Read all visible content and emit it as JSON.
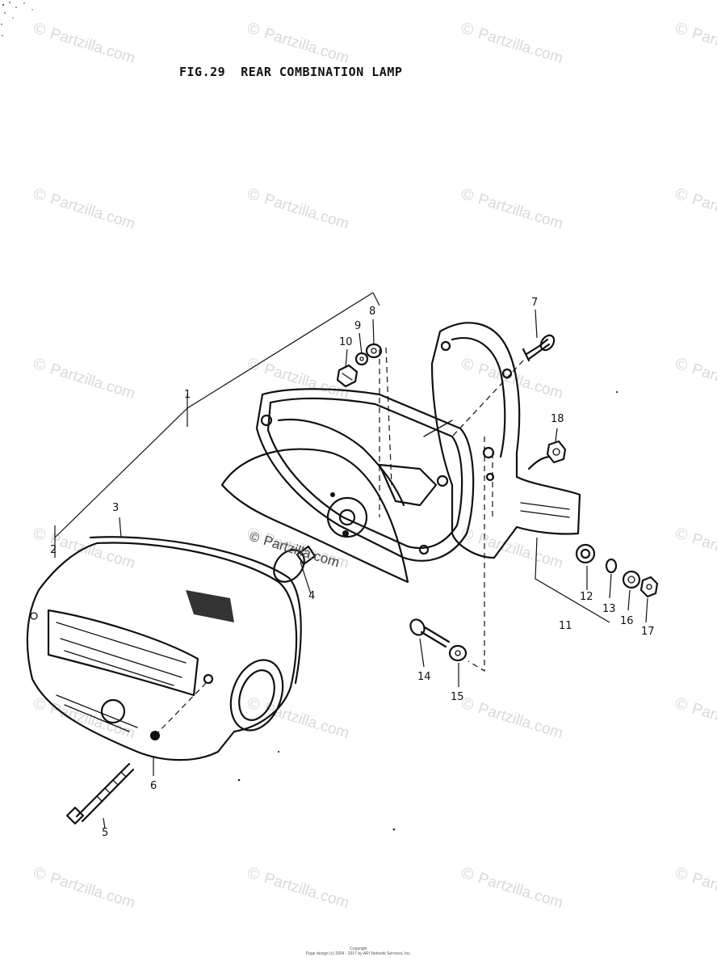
{
  "figure": {
    "fig_label": "FIG.29",
    "title": "REAR COMBINATION LAMP"
  },
  "watermark": {
    "text": "Partzilla.com",
    "symbol": "©"
  },
  "callouts": [
    "1",
    "2",
    "3",
    "4",
    "5",
    "6",
    "7",
    "8",
    "9",
    "10",
    "11",
    "12",
    "13",
    "14",
    "15",
    "16",
    "17",
    "18"
  ],
  "copyright": {
    "line1": "Copyright",
    "line2": "Page design (c) 2004 - 2017 by ARI Network Services, Inc."
  },
  "icons": {
    "lamp_housing": "tail-lamp-housing",
    "bulb": "bulb",
    "bracket": "lamp-bracket",
    "bolt": "bolt",
    "washer": "washer",
    "nut": "nut"
  }
}
